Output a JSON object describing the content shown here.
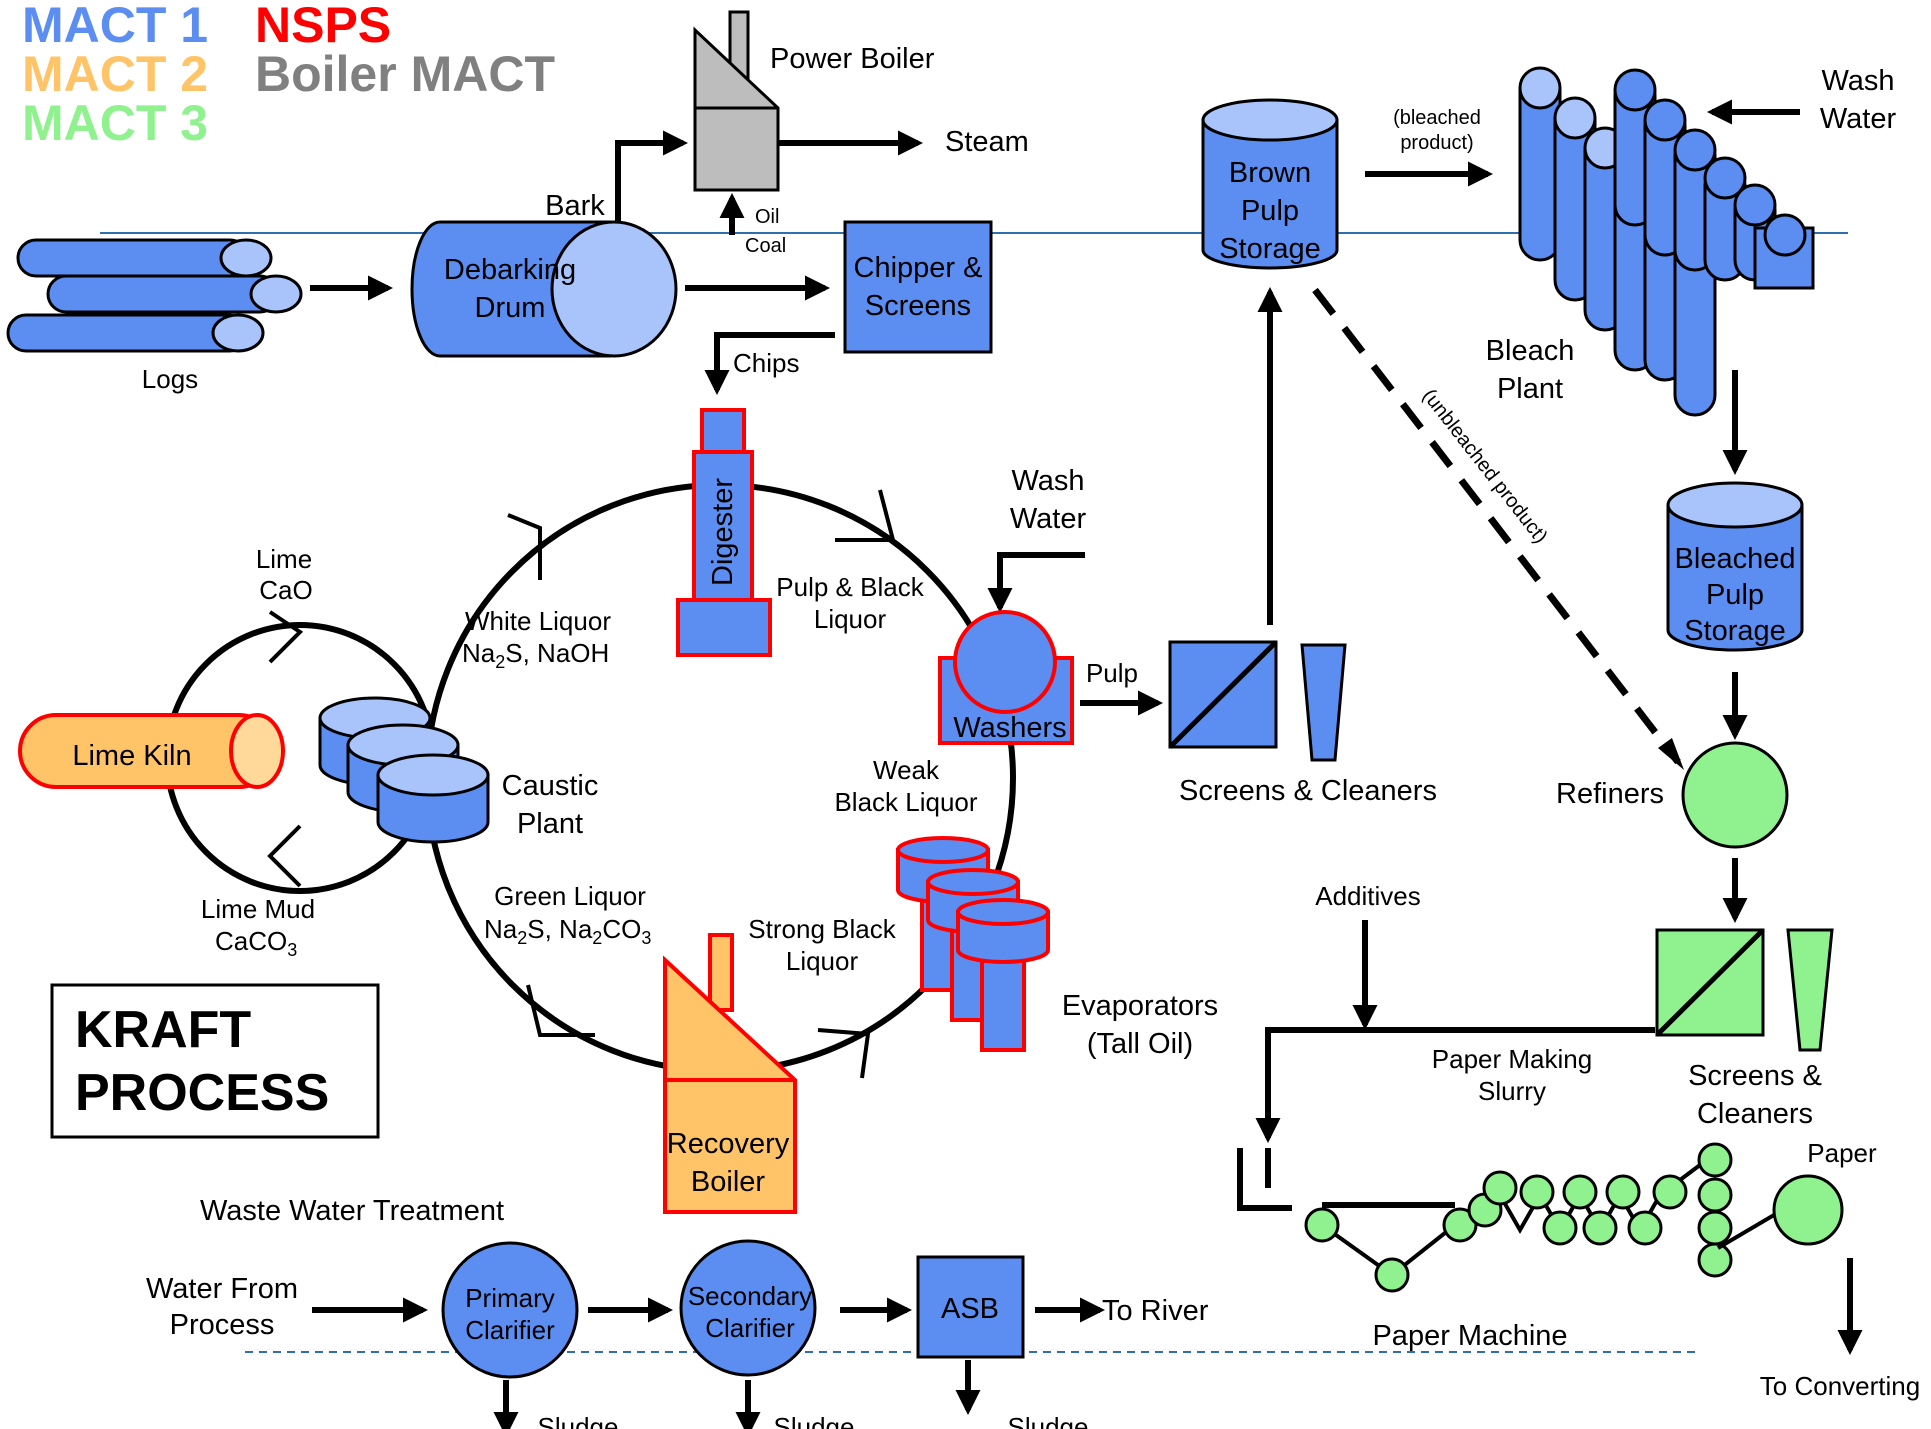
{
  "legend": {
    "mact1": "MACT 1",
    "mact2": "MACT 2",
    "mact3": "MACT 3",
    "nsps": "NSPS",
    "boiler_mact": "Boiler MACT",
    "colors": {
      "mact1": "#5b8ef0",
      "mact2": "#ffc468",
      "mact3": "#8ff28f",
      "nsps": "#ff0000",
      "boiler_mact": "#808080"
    }
  },
  "title": {
    "line1": "KRAFT",
    "line2": "PROCESS"
  },
  "nodes": {
    "logs": "Logs",
    "debarking": [
      "Debarking",
      "Drum"
    ],
    "bark": "Bark",
    "power_boiler": "Power Boiler",
    "steam": "Steam",
    "oil": "Oil",
    "coal": "Coal",
    "chipper": [
      "Chipper &",
      "Screens"
    ],
    "chips": "Chips",
    "digester": "Digester",
    "pulp_black_liquor": [
      "Pulp & Black",
      "Liquor"
    ],
    "wash_water_1": [
      "Wash",
      "Water"
    ],
    "washers": "Washers",
    "pulp": "Pulp",
    "screens_cleaners_1": "Screens & Cleaners",
    "brown_pulp": [
      "Brown",
      "Pulp",
      "Storage"
    ],
    "bleached_product": [
      "(bleached",
      "product)"
    ],
    "wash_water_2": [
      "Wash",
      "Water"
    ],
    "bleach_plant": [
      "Bleach",
      "Plant"
    ],
    "unbleached_product": "(unbleached product)",
    "bleached_pulp": [
      "Bleached",
      "Pulp",
      "Storage"
    ],
    "refiners": "Refiners",
    "white_liquor": [
      "White Liquor",
      "Na",
      "2",
      "S, NaOH"
    ],
    "lime": [
      "Lime",
      "CaO"
    ],
    "lime_kiln": "Lime Kiln",
    "caustic_plant": [
      "Caustic",
      "Plant"
    ],
    "lime_mud": [
      "Lime Mud",
      "CaCO",
      "3"
    ],
    "weak_black_liquor": [
      "Weak",
      "Black Liquor"
    ],
    "green_liquor": [
      "Green Liquor",
      "Na",
      "2",
      "S, Na",
      "2",
      "CO",
      "3"
    ],
    "strong_black_liquor": [
      "Strong Black",
      "Liquor"
    ],
    "evaporators": [
      "Evaporators",
      "(Tall Oil)"
    ],
    "recovery_boiler": [
      "Recovery",
      "Boiler"
    ],
    "additives": "Additives",
    "screens_cleaners_2": [
      "Screens &",
      "Cleaners"
    ],
    "slurry": [
      "Paper Making",
      "Slurry"
    ],
    "paper": "Paper",
    "paper_machine": "Paper Machine",
    "to_converting": "To Converting",
    "waste_water": "Waste Water Treatment",
    "water_from_process": [
      "Water From",
      "Process"
    ],
    "primary_clarifier": [
      "Primary",
      "Clarifier"
    ],
    "secondary_clarifier": [
      "Secondary",
      "Clarifier"
    ],
    "asb": "ASB",
    "to_river": "To River",
    "sludge": "Sludge"
  }
}
